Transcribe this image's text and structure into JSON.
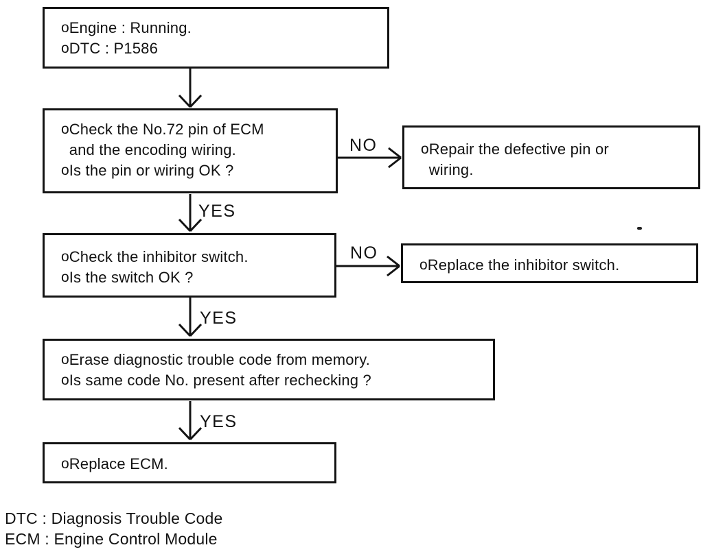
{
  "labels": {
    "yes": "YES",
    "no": "NO",
    "bullet": "o"
  },
  "boxes": {
    "start": {
      "items": [
        "Engine : Running.",
        "DTC : P1586"
      ]
    },
    "check_pin": {
      "items": [
        "Check the No.72 pin of ECM\nand the encoding wiring.",
        "Is the pin or wiring OK ?"
      ]
    },
    "repair_pin": {
      "items": [
        "Repair the defective pin or\nwiring."
      ]
    },
    "check_inhibitor": {
      "items": [
        "Check the inhibitor switch.",
        "Is the switch OK ?"
      ]
    },
    "replace_inhibitor": {
      "items": [
        "Replace the inhibitor switch."
      ]
    },
    "erase_code": {
      "items": [
        "Erase diagnostic trouble code from memory.",
        "Is same code No. present after rechecking ?"
      ]
    },
    "replace_ecm": {
      "items": [
        "Replace ECM."
      ]
    }
  },
  "legend": {
    "dtc": "DTC : Diagnosis Trouble Code",
    "ecm": "ECM : Engine Control Module"
  }
}
